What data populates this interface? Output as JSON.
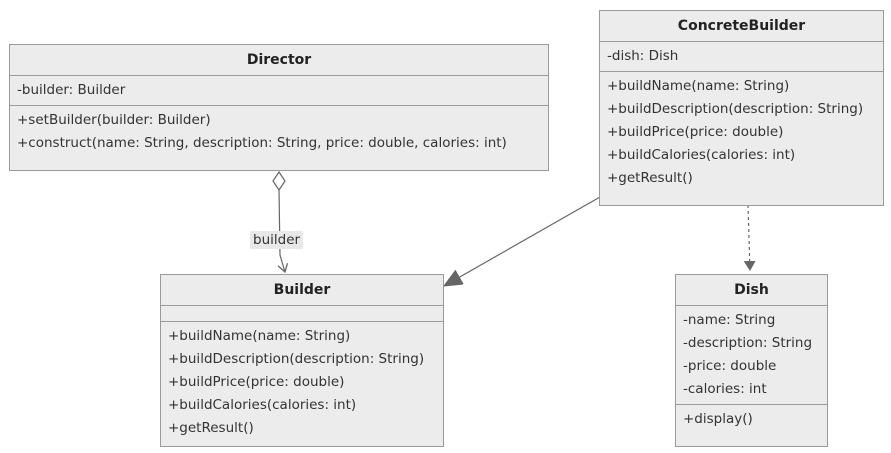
{
  "diagram": {
    "classes": {
      "director": {
        "name": "Director",
        "attributes": [
          "-builder: Builder"
        ],
        "methods": [
          "+setBuilder(builder: Builder)",
          "+construct(name: String, description: String, price: double, calories: int)"
        ]
      },
      "concrete_builder": {
        "name": "ConcreteBuilder",
        "attributes": [
          "-dish: Dish"
        ],
        "methods": [
          "+buildName(name: String)",
          "+buildDescription(description: String)",
          "+buildPrice(price: double)",
          "+buildCalories(calories: int)",
          "+getResult()"
        ]
      },
      "builder": {
        "name": "Builder",
        "attributes": [],
        "methods": [
          "+buildName(name: String)",
          "+buildDescription(description: String)",
          "+buildPrice(price: double)",
          "+buildCalories(calories: int)",
          "+getResult()"
        ]
      },
      "dish": {
        "name": "Dish",
        "attributes": [
          "-name: String",
          "-description: String",
          "-price: double",
          "-calories: int"
        ],
        "methods": [
          "+display()"
        ]
      }
    },
    "relations": {
      "aggregation_label": "builder"
    }
  }
}
